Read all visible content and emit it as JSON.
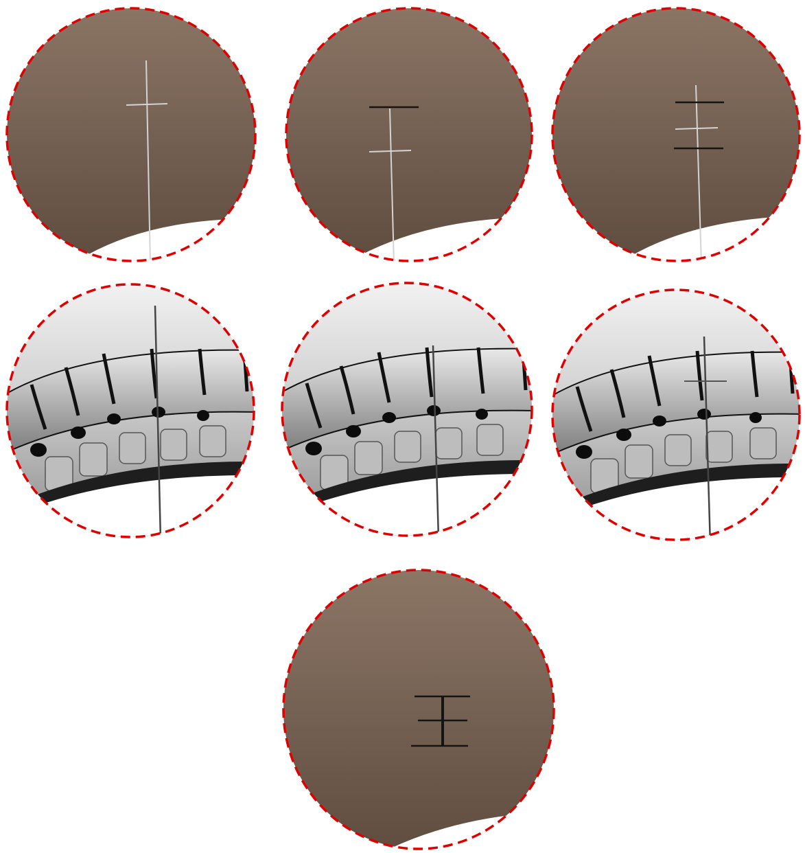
{
  "figure": {
    "panels": [
      {
        "name": "skin-panel-1",
        "kind": "skin",
        "needle": "light",
        "marks": [
          {
            "tone": "light"
          }
        ]
      },
      {
        "name": "skin-panel-2",
        "kind": "skin",
        "needle": "light",
        "marks": [
          {
            "tone": "dark"
          },
          {
            "tone": "light"
          }
        ]
      },
      {
        "name": "skin-panel-3",
        "kind": "skin",
        "needle": "light",
        "marks": [
          {
            "tone": "dark"
          },
          {
            "tone": "light"
          },
          {
            "tone": "dark"
          }
        ]
      },
      {
        "name": "xray-panel-1",
        "kind": "xray",
        "needle": "dark",
        "marks": []
      },
      {
        "name": "xray-panel-2",
        "kind": "xray",
        "needle": "dark",
        "marks": []
      },
      {
        "name": "xray-panel-3",
        "kind": "xray",
        "needle": "dark",
        "marks": [
          {
            "tone": "dark"
          }
        ]
      },
      {
        "name": "skin-panel-final",
        "kind": "skin",
        "needle": "none",
        "marks": [
          {
            "tone": "dark"
          },
          {
            "tone": "dark"
          },
          {
            "tone": "dark"
          }
        ]
      }
    ],
    "colors": {
      "border": "#e00000",
      "skin_light": "#8a7464",
      "skin_dark": "#5f4d40",
      "table": "#ffffff",
      "xray_bg": "#d8d8d8",
      "bone": "#9a9a9a",
      "bone_outline": "#111111",
      "needle_light": "#d0d0d0",
      "needle_dark": "#444444",
      "mark_dark": "#141414",
      "mark_light": "#d8d8d8"
    }
  }
}
